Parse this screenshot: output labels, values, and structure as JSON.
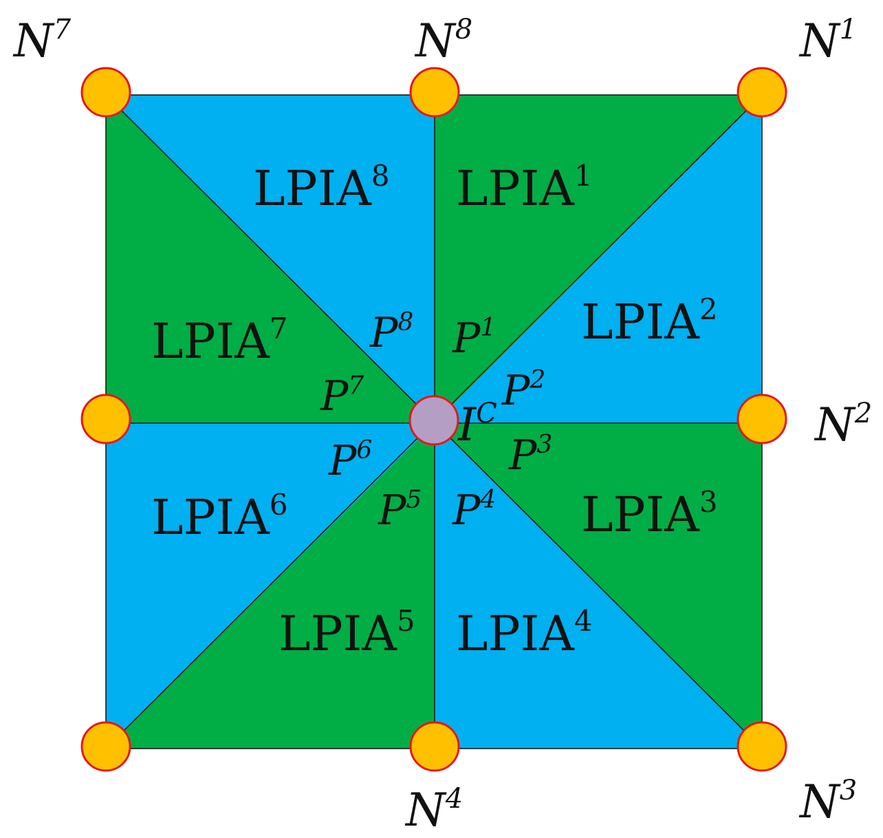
{
  "colors": {
    "green": "#00AE45",
    "blue": "#00B0F0",
    "node_fill": "#FFC000",
    "node_stroke": "#E8161C",
    "center_fill": "#B49EC4",
    "line": "#1a1a1a"
  },
  "regions": [
    {
      "base": "LPIA",
      "sup": "1",
      "color": "green"
    },
    {
      "base": "LPIA",
      "sup": "2",
      "color": "blue"
    },
    {
      "base": "LPIA",
      "sup": "3",
      "color": "green"
    },
    {
      "base": "LPIA",
      "sup": "4",
      "color": "blue"
    },
    {
      "base": "LPIA",
      "sup": "5",
      "color": "green"
    },
    {
      "base": "LPIA",
      "sup": "6",
      "color": "blue"
    },
    {
      "base": "LPIA",
      "sup": "7",
      "color": "green"
    },
    {
      "base": "LPIA",
      "sup": "8",
      "color": "blue"
    }
  ],
  "nodes": [
    {
      "base": "N",
      "sup": "7"
    },
    {
      "base": "N",
      "sup": "8"
    },
    {
      "base": "N",
      "sup": "1"
    },
    {
      "base": "N",
      "sup": "2"
    },
    {
      "base": "N",
      "sup": "3"
    },
    {
      "base": "N",
      "sup": "4"
    }
  ],
  "center": {
    "base": "I",
    "sup": "C"
  },
  "p_labels": [
    {
      "base": "P",
      "sup": "1"
    },
    {
      "base": "P",
      "sup": "2"
    },
    {
      "base": "P",
      "sup": "3"
    },
    {
      "base": "P",
      "sup": "4"
    },
    {
      "base": "P",
      "sup": "5"
    },
    {
      "base": "P",
      "sup": "6"
    },
    {
      "base": "P",
      "sup": "7"
    },
    {
      "base": "P",
      "sup": "8"
    }
  ]
}
